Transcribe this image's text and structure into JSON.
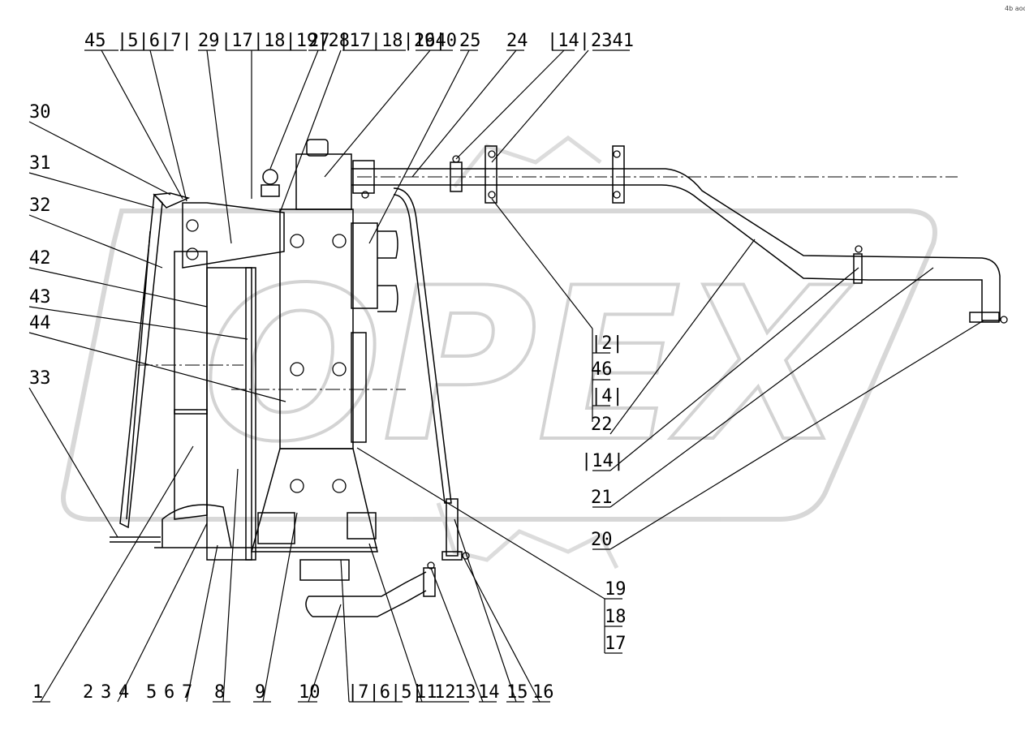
{
  "diagram": {
    "watermark": "OPEX",
    "corner_mark": "4b aoo",
    "top_labels": [
      "45",
      "|5|6|7|",
      "29",
      "|17|18|19|28",
      "27",
      "|17|18|19|",
      "2640",
      "25",
      "24",
      "|14|",
      "2341"
    ],
    "left_labels": [
      "30",
      "31",
      "32",
      "42",
      "43",
      "44",
      "33"
    ],
    "bottom_labels": [
      "1",
      "2",
      "3",
      "4",
      "5",
      "6",
      "7",
      "8",
      "9",
      "10",
      "|7|6|5|",
      "11",
      "12",
      "13",
      "14",
      "15",
      "16"
    ],
    "right_stack_a": [
      "|2|",
      "46",
      "|4|",
      "22"
    ],
    "right_labels": [
      "|14|",
      "21",
      "20"
    ],
    "right_stack_b": [
      "19",
      "18",
      "17"
    ]
  }
}
